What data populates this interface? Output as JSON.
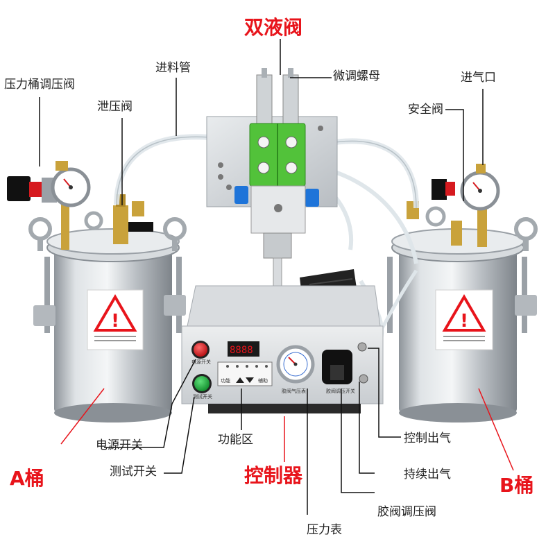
{
  "title": "双液阀",
  "tanks": {
    "a": "A桶",
    "b": "B桶"
  },
  "controller": "控制器",
  "callouts": {
    "pressure_regulator": "压力桶调压阀",
    "relief_valve": "泄压阀",
    "feed_tube": "进料管",
    "micro_nut": "微调螺母",
    "air_inlet": "进气口",
    "safety_valve": "安全阀",
    "power_switch": "电源开关",
    "test_switch": "测试开关",
    "function_zone": "功能区",
    "pressure_gauge": "压力表",
    "glue_regulator": "胶阀调压阀",
    "continuous_air": "持续出气",
    "control_air": "控制出气"
  },
  "panel": {
    "power_label": "电源开关",
    "test_label": "测试开关",
    "display": "8888",
    "func_label": "功能",
    "aux_label": "辅助",
    "gauge_label": "胶阀气压表",
    "knob_label": "胶阀调压开关"
  },
  "colors": {
    "accent": "#e8141b",
    "valve_green": "#52c23a",
    "brass": "#c9a23b",
    "steel": "#c8ccd0"
  }
}
